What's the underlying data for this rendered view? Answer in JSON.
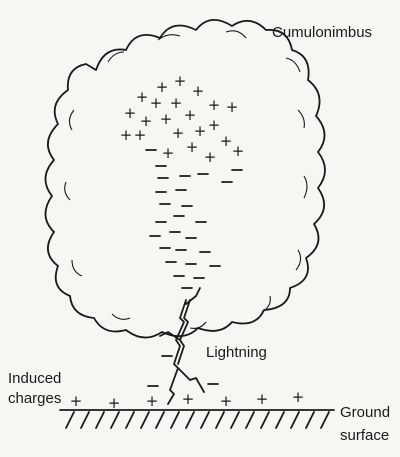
{
  "labels": {
    "cloud": "Cumulonimbus",
    "lightning": "Lightning",
    "induced_line1": "Induced",
    "induced_line2": "charges",
    "ground_line1": "Ground",
    "ground_line2": "surface"
  },
  "charge_symbols": {
    "positive": "+",
    "negative": "–"
  },
  "colors": {
    "ink": "#1a1a1a",
    "paper": "#f7f6f3"
  }
}
